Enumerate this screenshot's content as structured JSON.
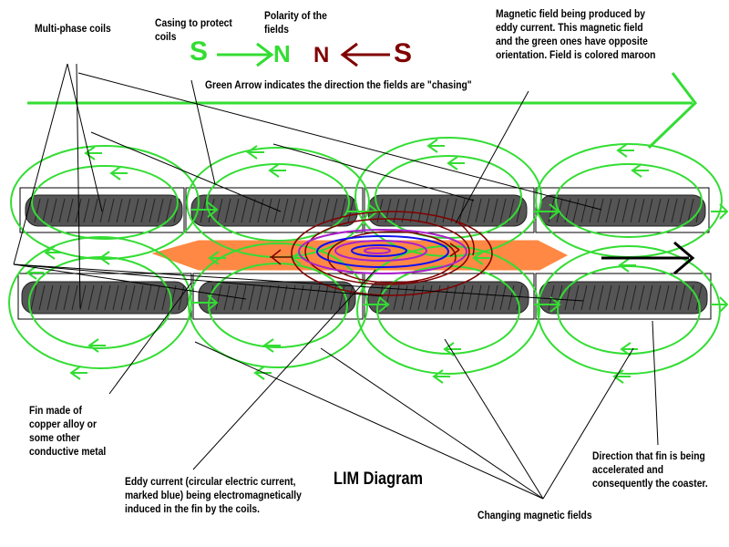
{
  "diagram": {
    "title": "LIM Diagram",
    "labels": {
      "multiphase_coils": "Multi-phase coils",
      "casing": "Casing to protect\ncoils",
      "polarity": "Polarity of the\nfields",
      "magnetic_field": "Magnetic field being produced by\neddy current. This magnetic field\nand the green ones have opposite\norientation. Field is colored maroon",
      "green_arrow": "Green Arrow indicates the direction the fields are \"chasing\"",
      "fin": "Fin made of\ncopper alloy or\nsome other\nconductive metal",
      "eddy_current": "Eddy current (circular electric current,\nmarked blue) being electromagnetically\ninduced in the fin by the coils.",
      "changing_fields": "Changing magnetic fields",
      "direction": "Direction that fin is being\naccelerated and\nconsequently the coaster."
    },
    "polarity_green": {
      "s": "S",
      "n": "N"
    },
    "polarity_maroon": {
      "n": "N",
      "s": "S"
    }
  },
  "colors": {
    "field_green": "#33dd33",
    "maroon_field": "#800000",
    "eddy_blue": "#1111ee",
    "eddy_purple": "#aa22cc",
    "fin_orange": "#ff8844",
    "coil_gray": "#555555",
    "outline_black": "#000000"
  }
}
